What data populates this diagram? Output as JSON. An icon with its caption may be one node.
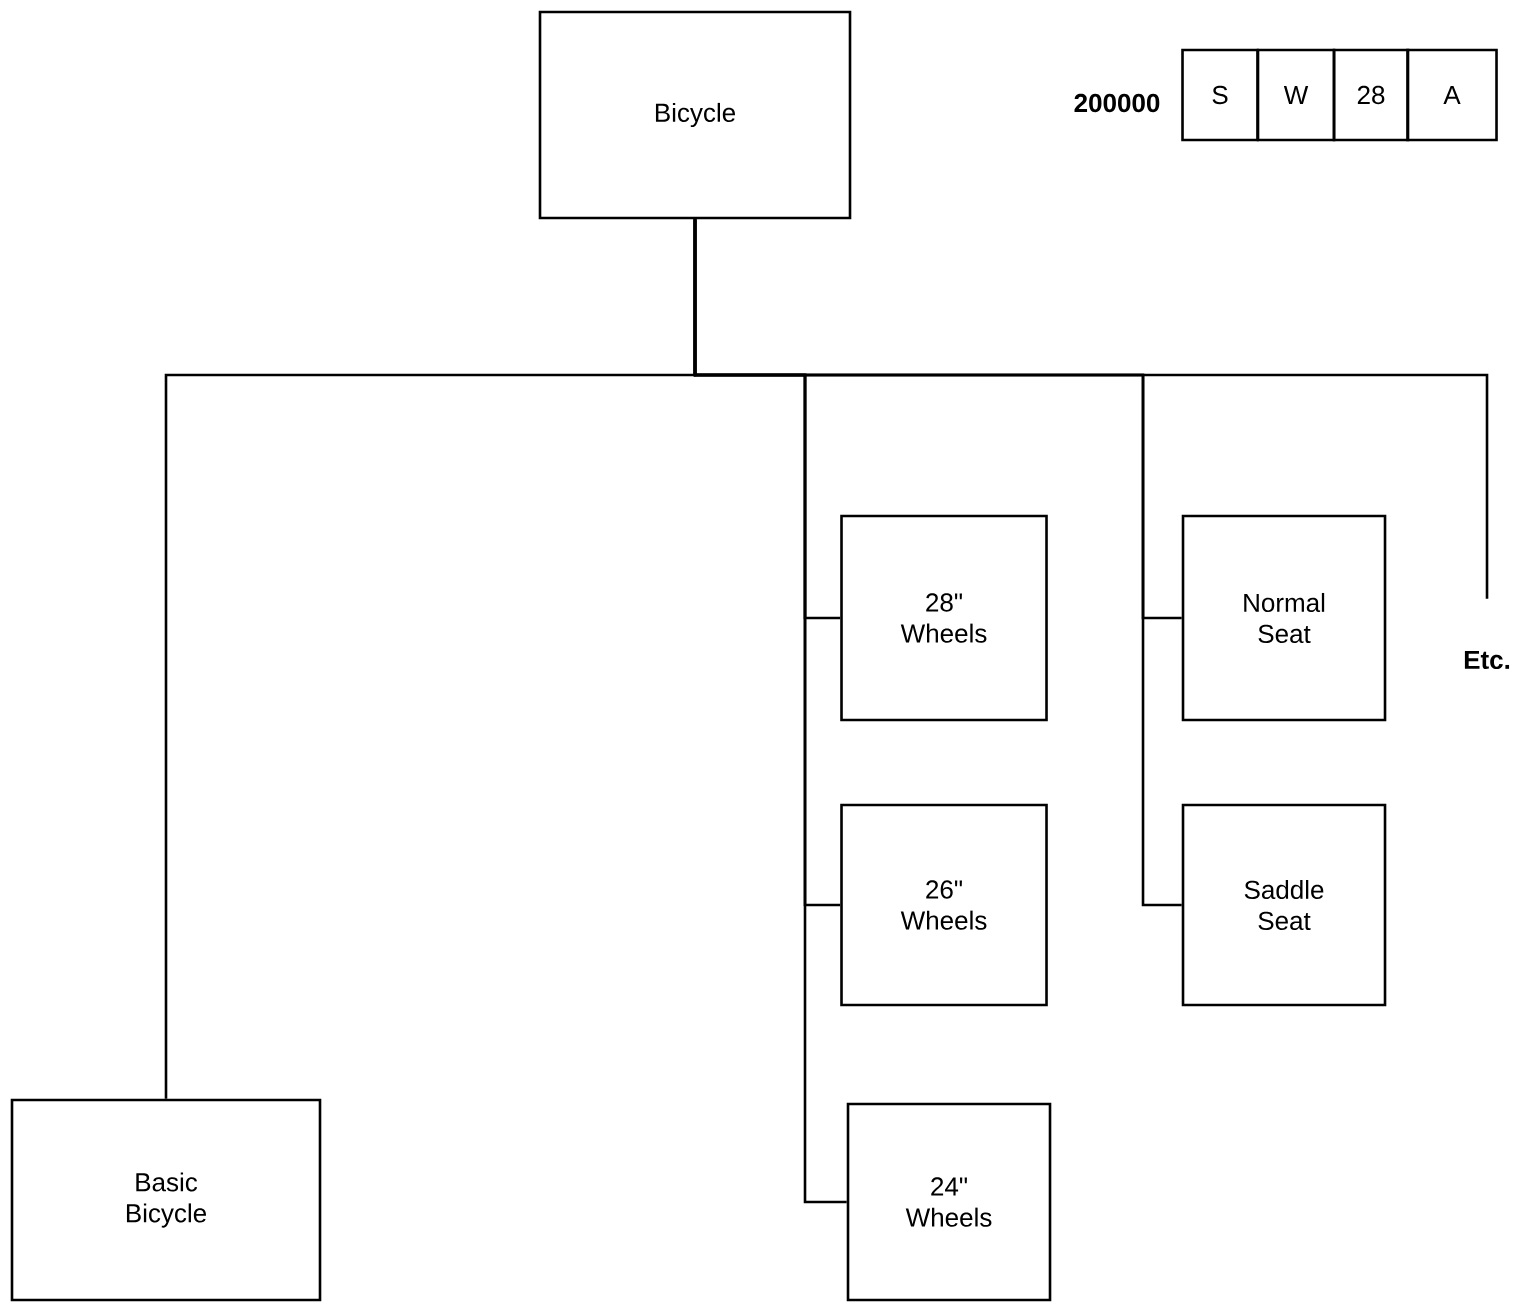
{
  "diagram": {
    "nodes": [
      {
        "text": [
          "Bicycle"
        ]
      },
      {
        "text": [
          "Basic Bicycle"
        ]
      },
      {
        "text": [
          "28\" Wheels"
        ]
      },
      {
        "text": [
          "26\" Wheels"
        ]
      },
      {
        "text": [
          "24\" Wheels"
        ]
      },
      {
        "text": [
          "Normal Seat"
        ]
      },
      {
        "text": [
          "Saddle Seat"
        ]
      },
      {
        "text": [
          "Etc."
        ]
      },
      {
        "text": [
          "S"
        ]
      },
      {
        "text": [
          "W"
        ]
      },
      {
        "text": [
          "28"
        ]
      },
      {
        "text": [
          "A"
        ]
      }
    ],
    "edges": [
      {
        "from": 0,
        "to": 1,
        "arrow": "none"
      },
      {
        "from": 0,
        "to": 2,
        "arrow": "none"
      },
      {
        "from": 0,
        "to": 3,
        "arrow": "none"
      },
      {
        "from": 0,
        "to": 4,
        "arrow": "none"
      },
      {
        "from": 0,
        "to": 5,
        "arrow": "none"
      },
      {
        "from": 0,
        "to": 6,
        "arrow": "none"
      },
      {
        "from": 0,
        "to": 7,
        "arrow": "none"
      }
    ],
    "labels": [
      "200000"
    ]
  }
}
